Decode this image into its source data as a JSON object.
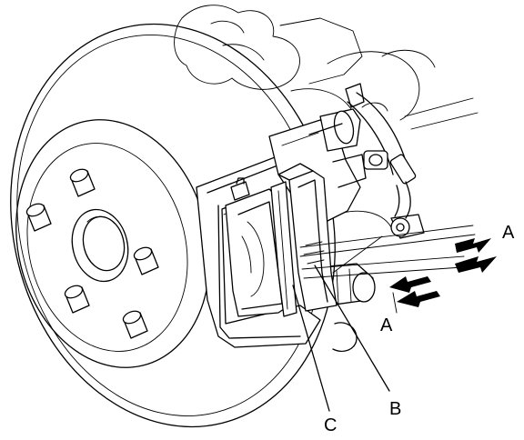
{
  "labels": {
    "a_top": "A",
    "a_bottom": "A",
    "b": "B",
    "c": "C"
  },
  "colors": {
    "line": "#000000",
    "background": "#ffffff"
  }
}
